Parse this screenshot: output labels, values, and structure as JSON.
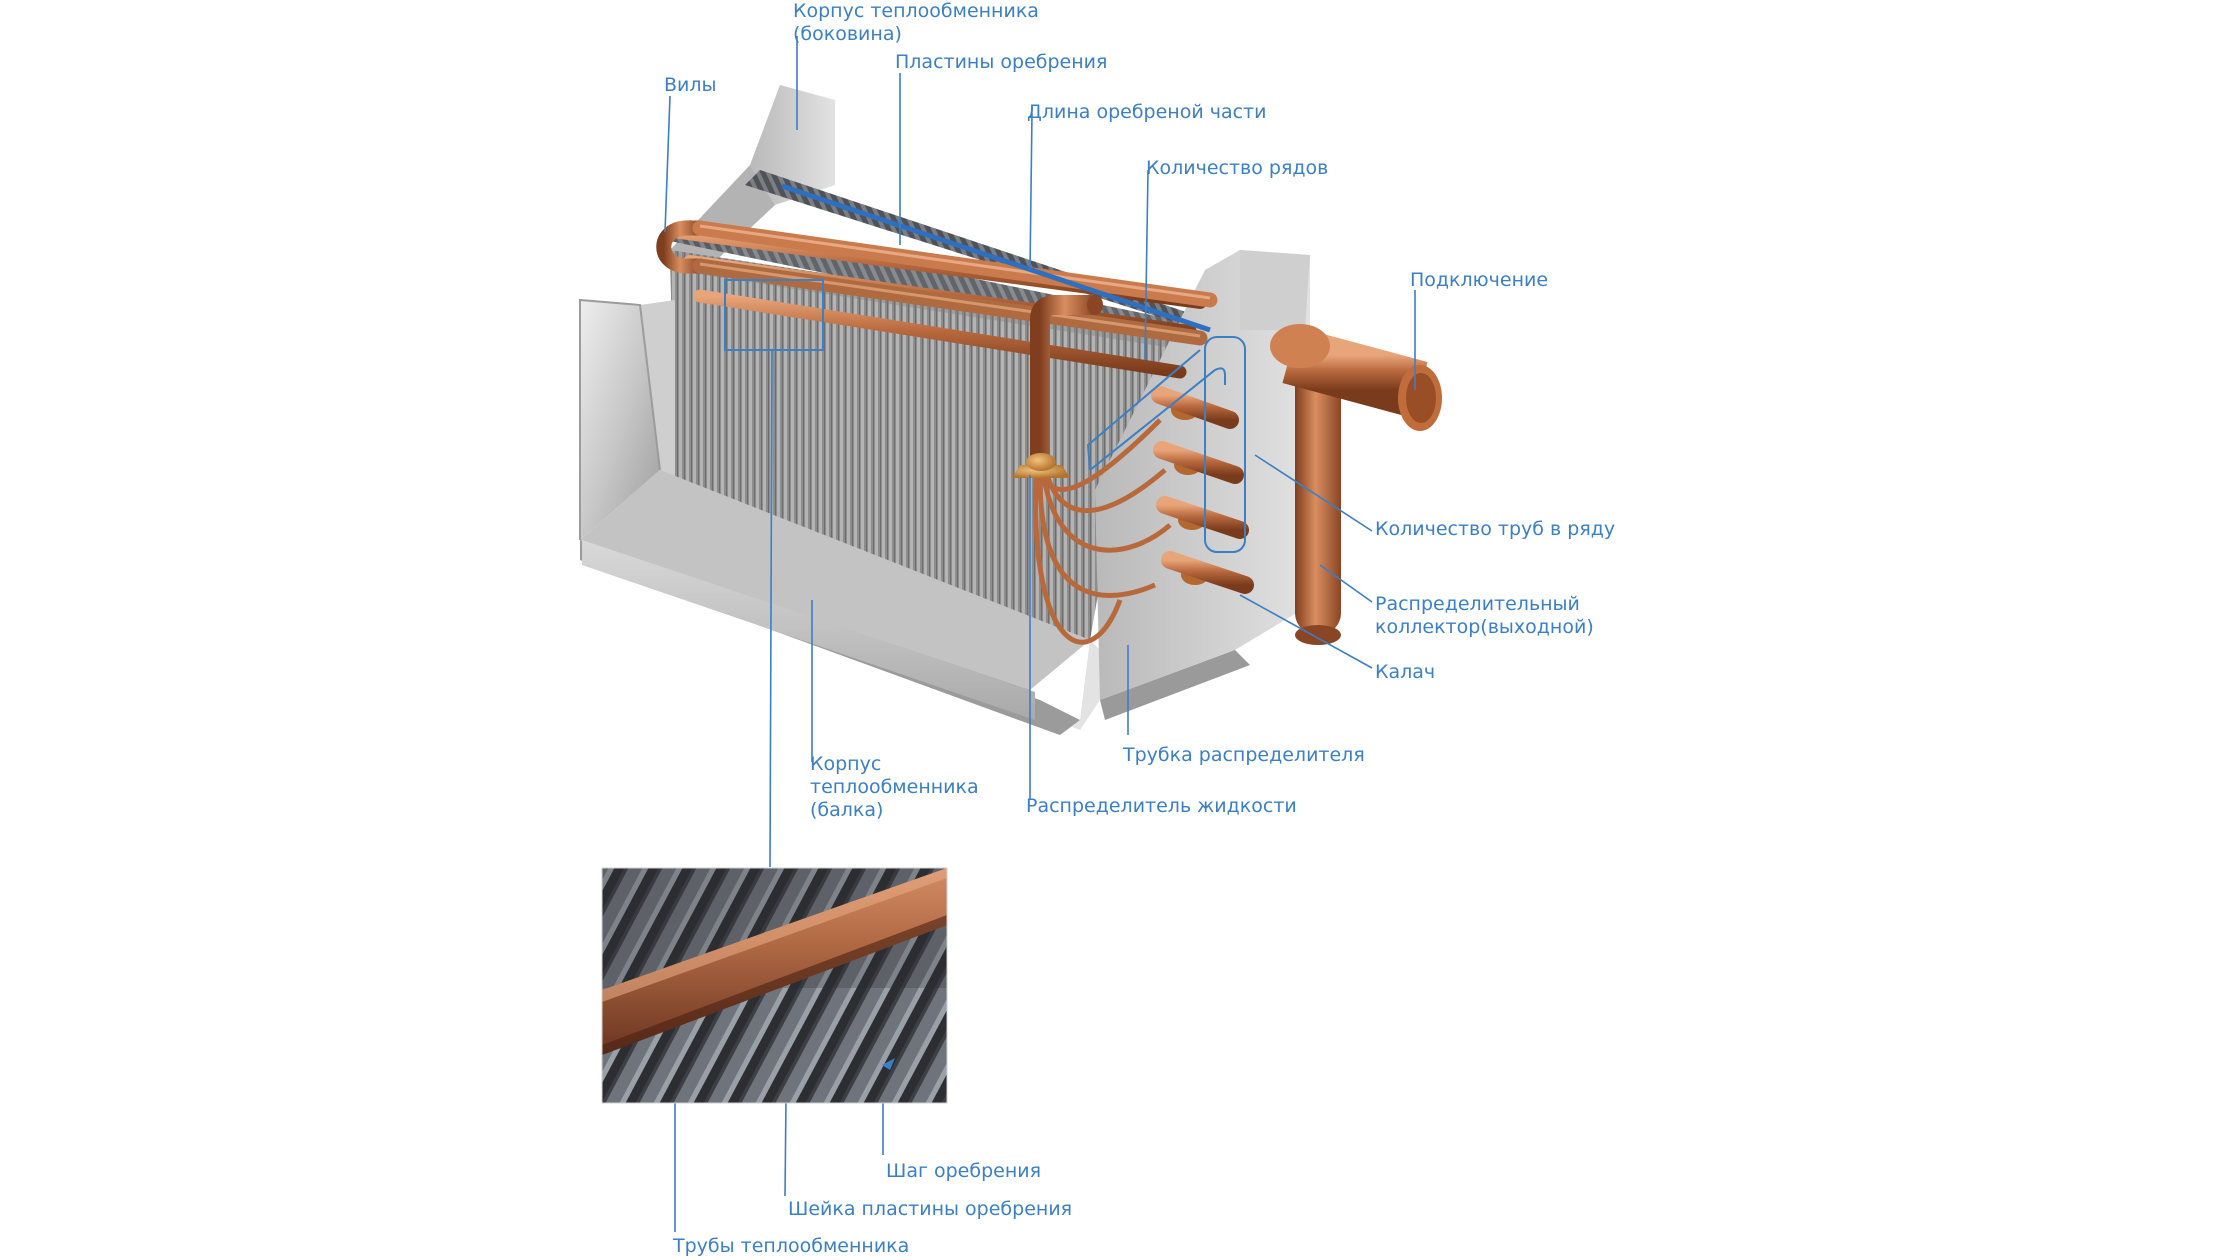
{
  "labels": {
    "housing_side_line1": "Корпус теплообменника",
    "housing_side_line2": "(боковина)",
    "forks": "Вилы",
    "fins": "Пластины оребрения",
    "finned_length": "Длина оребреной части",
    "rows_count": "Количество рядов",
    "connection": "Подключение",
    "tubes_per_row": "Количество труб в ряду",
    "collector_line1": "Распределительный",
    "collector_line2": "коллектор(выходной)",
    "return_bend": "Калач",
    "distributor_tube": "Трубка распределителя",
    "liquid_distributor": "Распределитель жидкости",
    "housing_beam_line1": "Корпус",
    "housing_beam_line2": "теплообменника",
    "housing_beam_line3": "(балка)",
    "fin_pitch": "Шаг оребрения",
    "fin_collar": "Шейка пластины оребрения",
    "exchanger_tubes": "Трубы теплообменника"
  },
  "colors": {
    "label": "#3b7fc4",
    "leader": "#3b7fc4",
    "copper": "#b86a3c",
    "steel": "#c9c9c9",
    "fin": "#8e8e8e"
  }
}
